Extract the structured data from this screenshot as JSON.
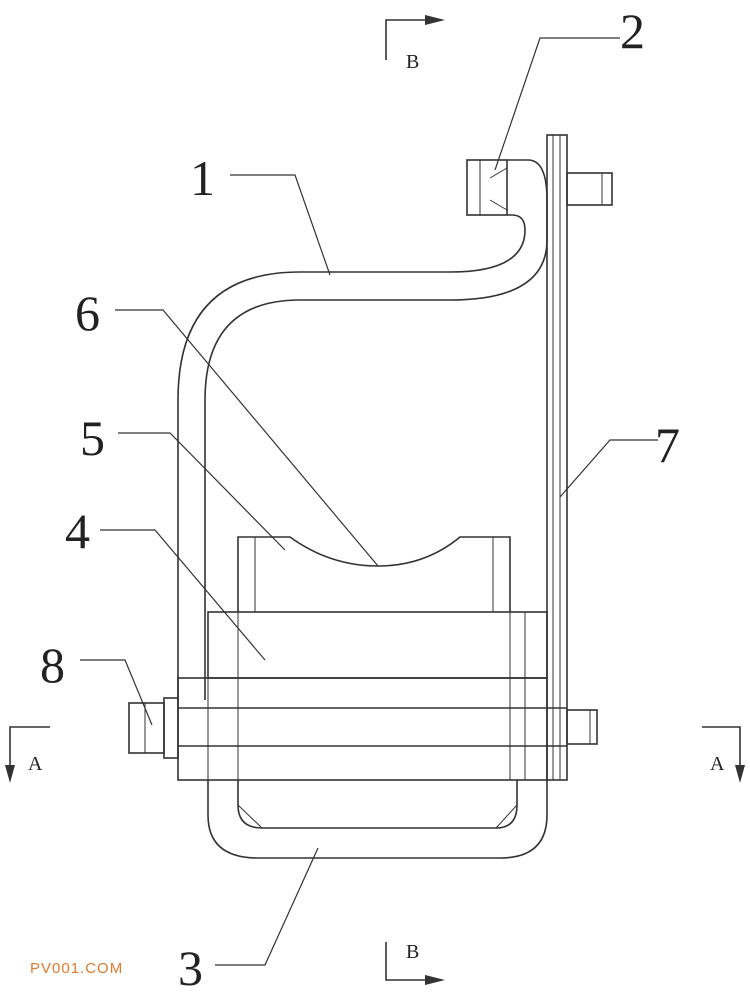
{
  "labels": {
    "part1": "1",
    "part2": "2",
    "part3": "3",
    "part4": "4",
    "part5": "5",
    "part6": "6",
    "part7": "7",
    "part8": "8"
  },
  "section_marks": {
    "b_top": "B",
    "b_bottom": "B",
    "a_left": "A",
    "a_right": "A"
  },
  "watermark": {
    "text": "PV001.COM",
    "color": "#e07a2e"
  },
  "colors": {
    "line": "#333333",
    "background": "#ffffff"
  }
}
